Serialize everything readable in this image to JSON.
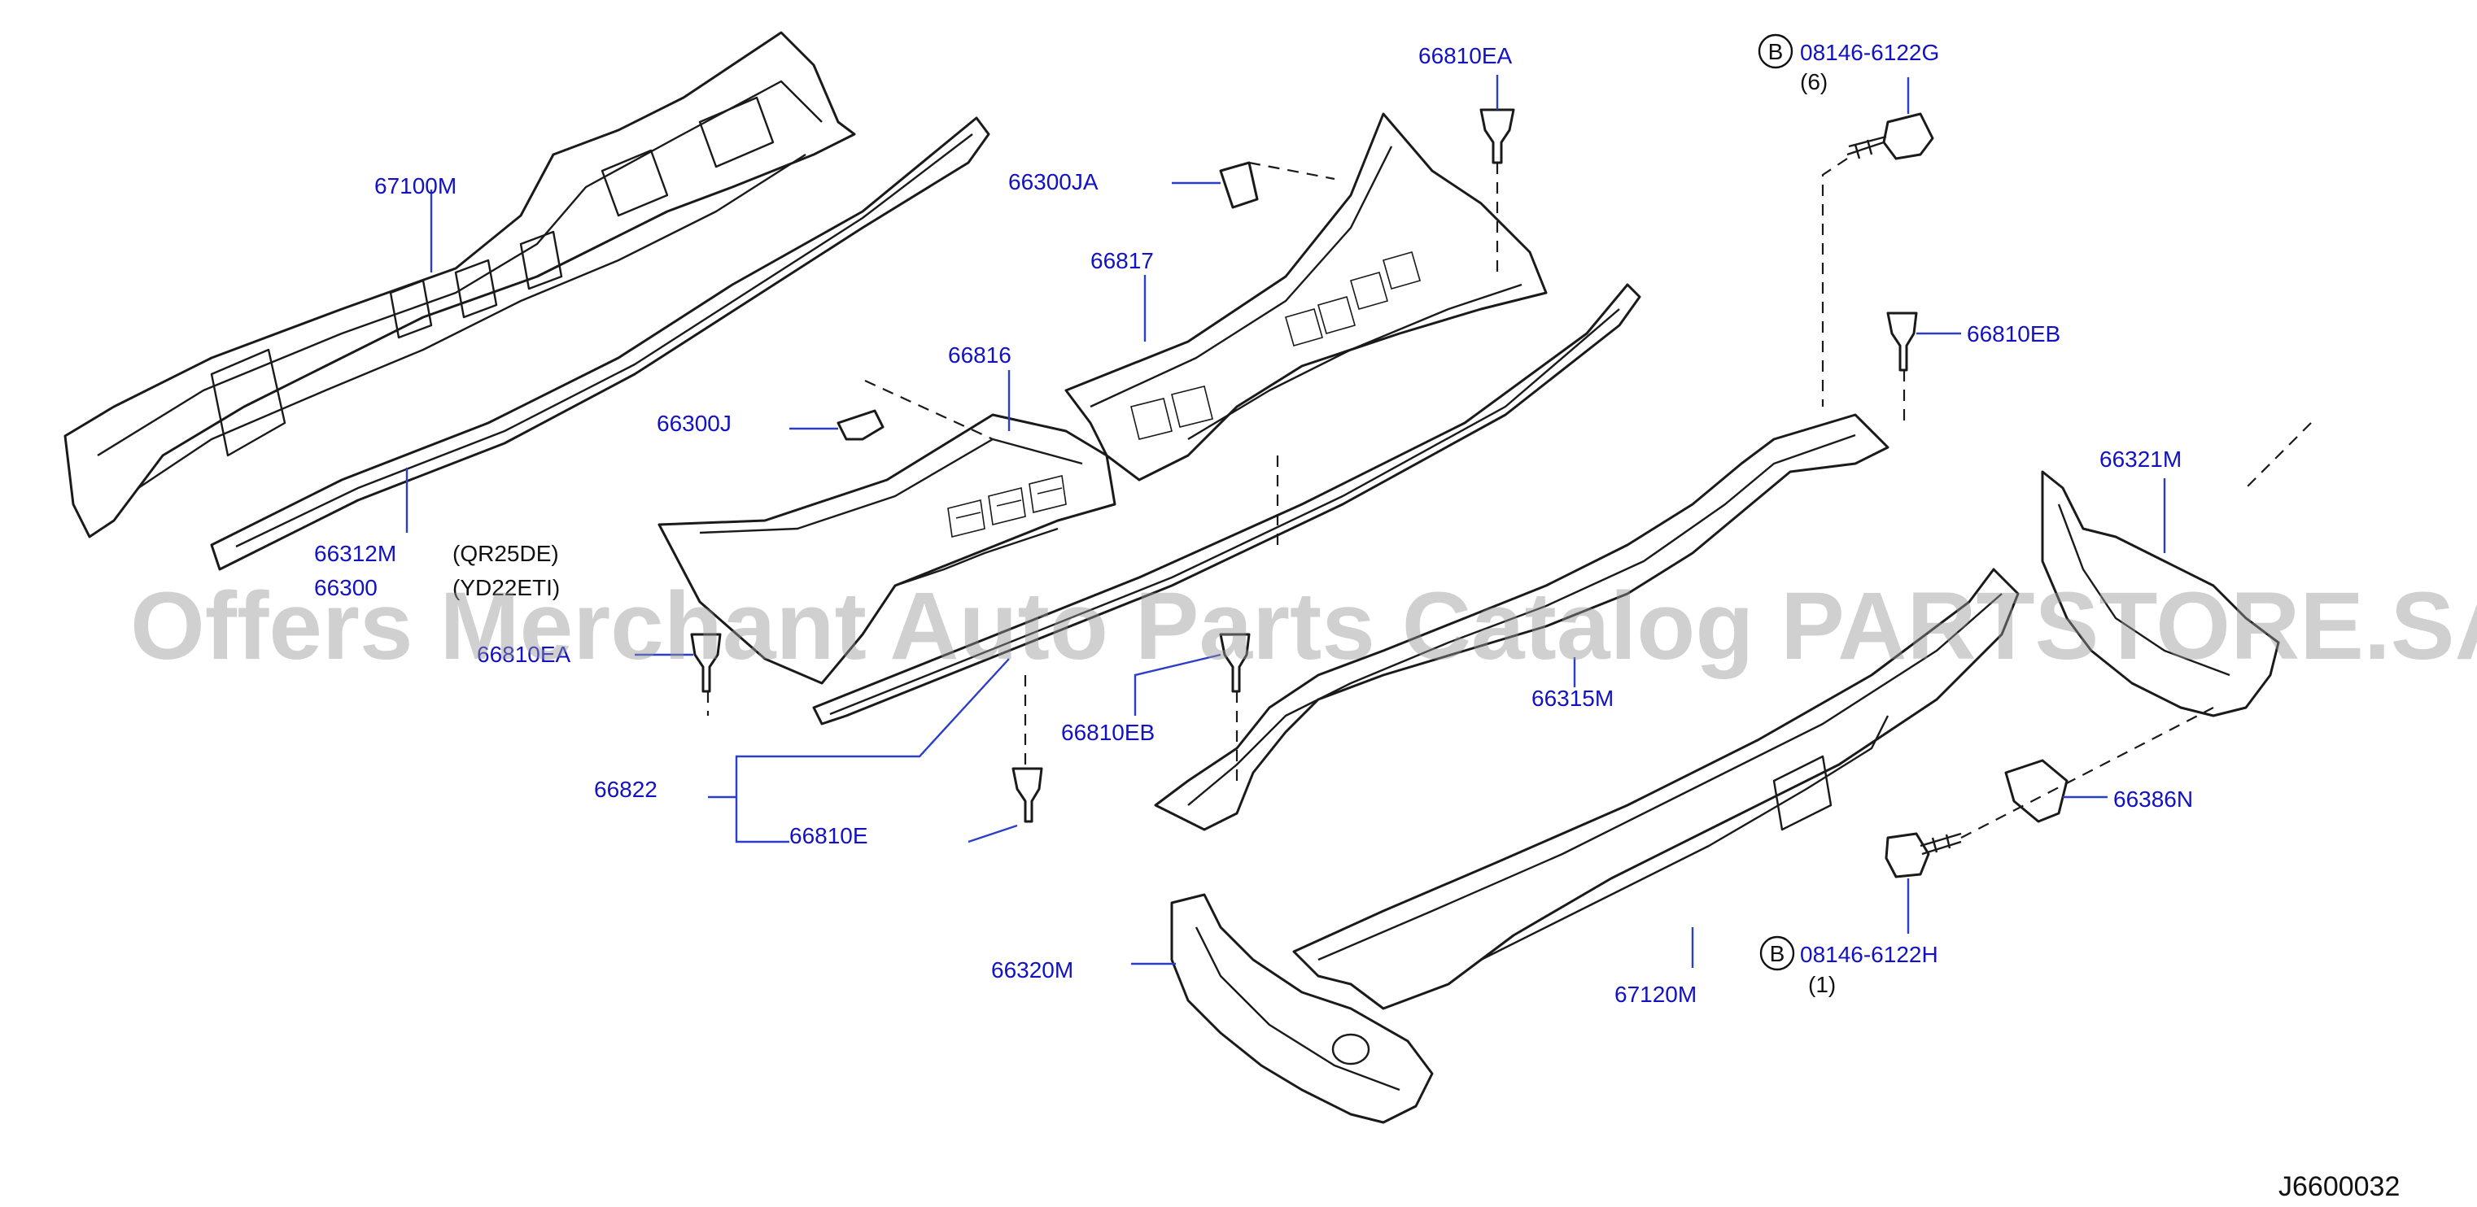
{
  "watermark": "Offers Merchant Auto Parts Catalog PARTSTORE.SA",
  "diagram_code": "J6600032",
  "part_labels": {
    "p67100M": "67100M",
    "p66312M": "66312M",
    "p66300": "66300",
    "p66300J": "66300J",
    "p66816": "66816",
    "p66300JA": "66300JA",
    "p66817": "66817",
    "p66810EA_top": "66810EA",
    "p66810EA_left": "66810EA",
    "p66810EB_right": "66810EB",
    "p66810EB_mid": "66810EB",
    "p66822": "66822",
    "p66810E": "66810E",
    "p66315M": "66315M",
    "p66321M": "66321M",
    "p66386N": "66386N",
    "p66320M": "66320M",
    "p67120M": "67120M",
    "p08146_6122G": "08146-6122G",
    "p08146_6122H": "08146-6122H"
  },
  "notes": {
    "engine_1": "(QR25DE)",
    "engine_2": "(YD22ETI)",
    "qty_6": "(6)",
    "qty_1": "(1)",
    "bolt_marker": "B"
  }
}
